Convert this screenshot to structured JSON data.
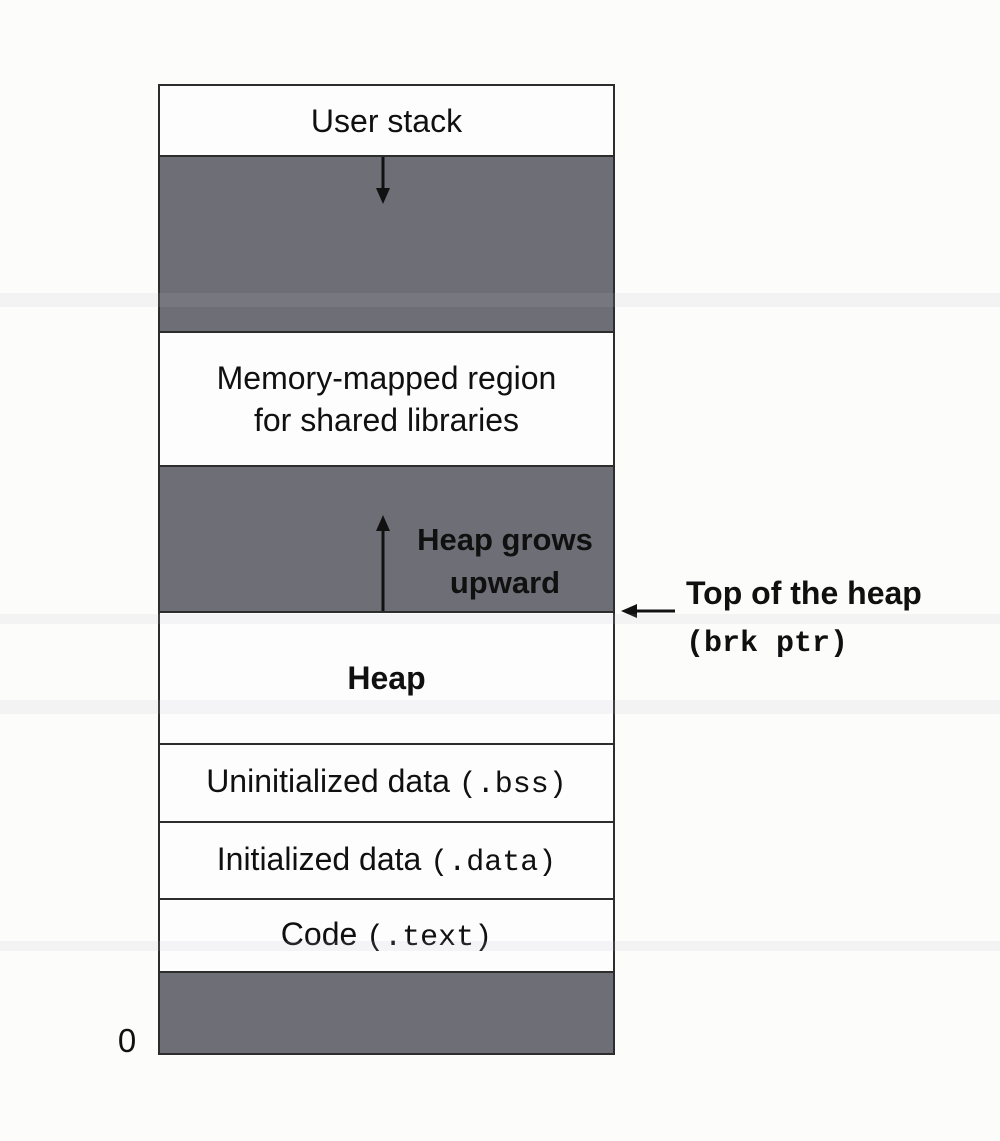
{
  "colors": {
    "page_bg": "#fcfcfb",
    "segment_white": "#fdfdfd",
    "segment_gray": "#6e6e76",
    "border": "#2d2d2d",
    "text": "#101010",
    "arrow": "#111111"
  },
  "memory_map": {
    "origin_label": "0",
    "segments": {
      "user_stack": {
        "label": "User stack"
      },
      "mmap": {
        "line1": "Memory-mapped region",
        "line2": "for shared libraries"
      },
      "heap_growth": {
        "line1": "Heap grows",
        "line2": "upward"
      },
      "heap": {
        "label": "Heap"
      },
      "bss": {
        "label_sans": "Uninitialized data ",
        "label_mono": "(.bss)"
      },
      "data": {
        "label_sans": "Initialized data ",
        "label_mono": "(.data)"
      },
      "code": {
        "label_sans": "Code ",
        "label_mono": "(.text)"
      }
    },
    "callout": {
      "line1": "Top of the heap",
      "line2": "(brk ptr)"
    }
  }
}
